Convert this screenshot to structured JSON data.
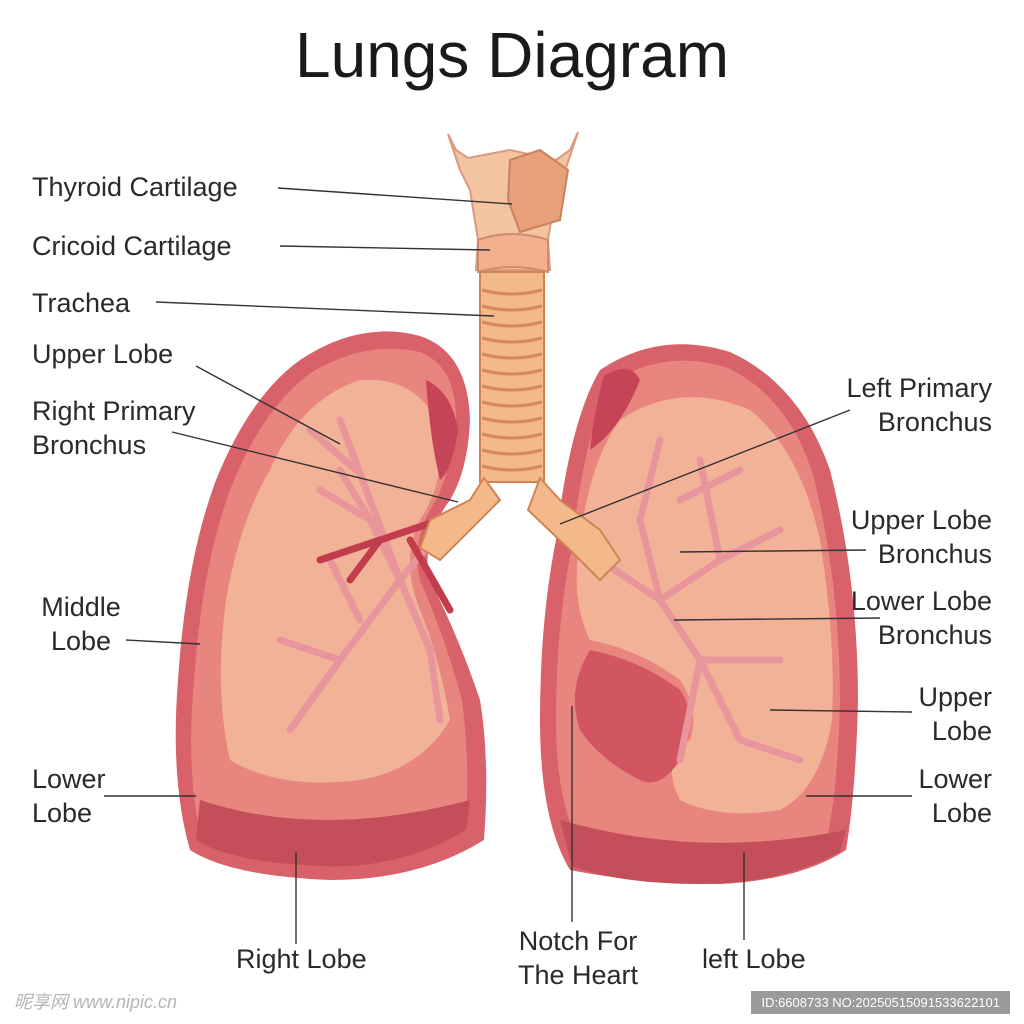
{
  "title": "Lungs Diagram",
  "labels": {
    "thyroid_cartilage": "Thyroid Cartilage",
    "cricoid_cartilage": "Cricoid Cartilage",
    "trachea": "Trachea",
    "upper_lobe_right": "Upper Lobe",
    "right_primary_bronchus_1": "Right Primary",
    "right_primary_bronchus_2": "Bronchus",
    "middle_lobe_1": "Middle",
    "middle_lobe_2": "Lobe",
    "lower_lobe_right_1": "Lower",
    "lower_lobe_right_2": "Lobe",
    "right_lobe": "Right Lobe",
    "notch_1": "Notch For",
    "notch_2": "The Heart",
    "left_lobe": "left Lobe",
    "left_primary_bronchus_1": "Left Primary",
    "left_primary_bronchus_2": "Bronchus",
    "upper_lobe_bronchus_1": "Upper Lobe",
    "upper_lobe_bronchus_2": "Bronchus",
    "lower_lobe_bronchus_1": "Lower Lobe",
    "lower_lobe_bronchus_2": "Bronchus",
    "upper_lobe_left_1": "Upper",
    "upper_lobe_left_2": "Lobe",
    "lower_lobe_left_1": "Lower",
    "lower_lobe_left_2": "Lobe"
  },
  "watermark": {
    "left": "昵享网 www.nipic.cn",
    "right": "ID:6608733 NO:20250515091533622101"
  },
  "colors": {
    "lung_outer": "#d9616a",
    "lung_fill": "#e8857e",
    "lung_inner": "#f2b298",
    "trachea": "#f3b98a",
    "bronchi": "#e98d95"
  }
}
